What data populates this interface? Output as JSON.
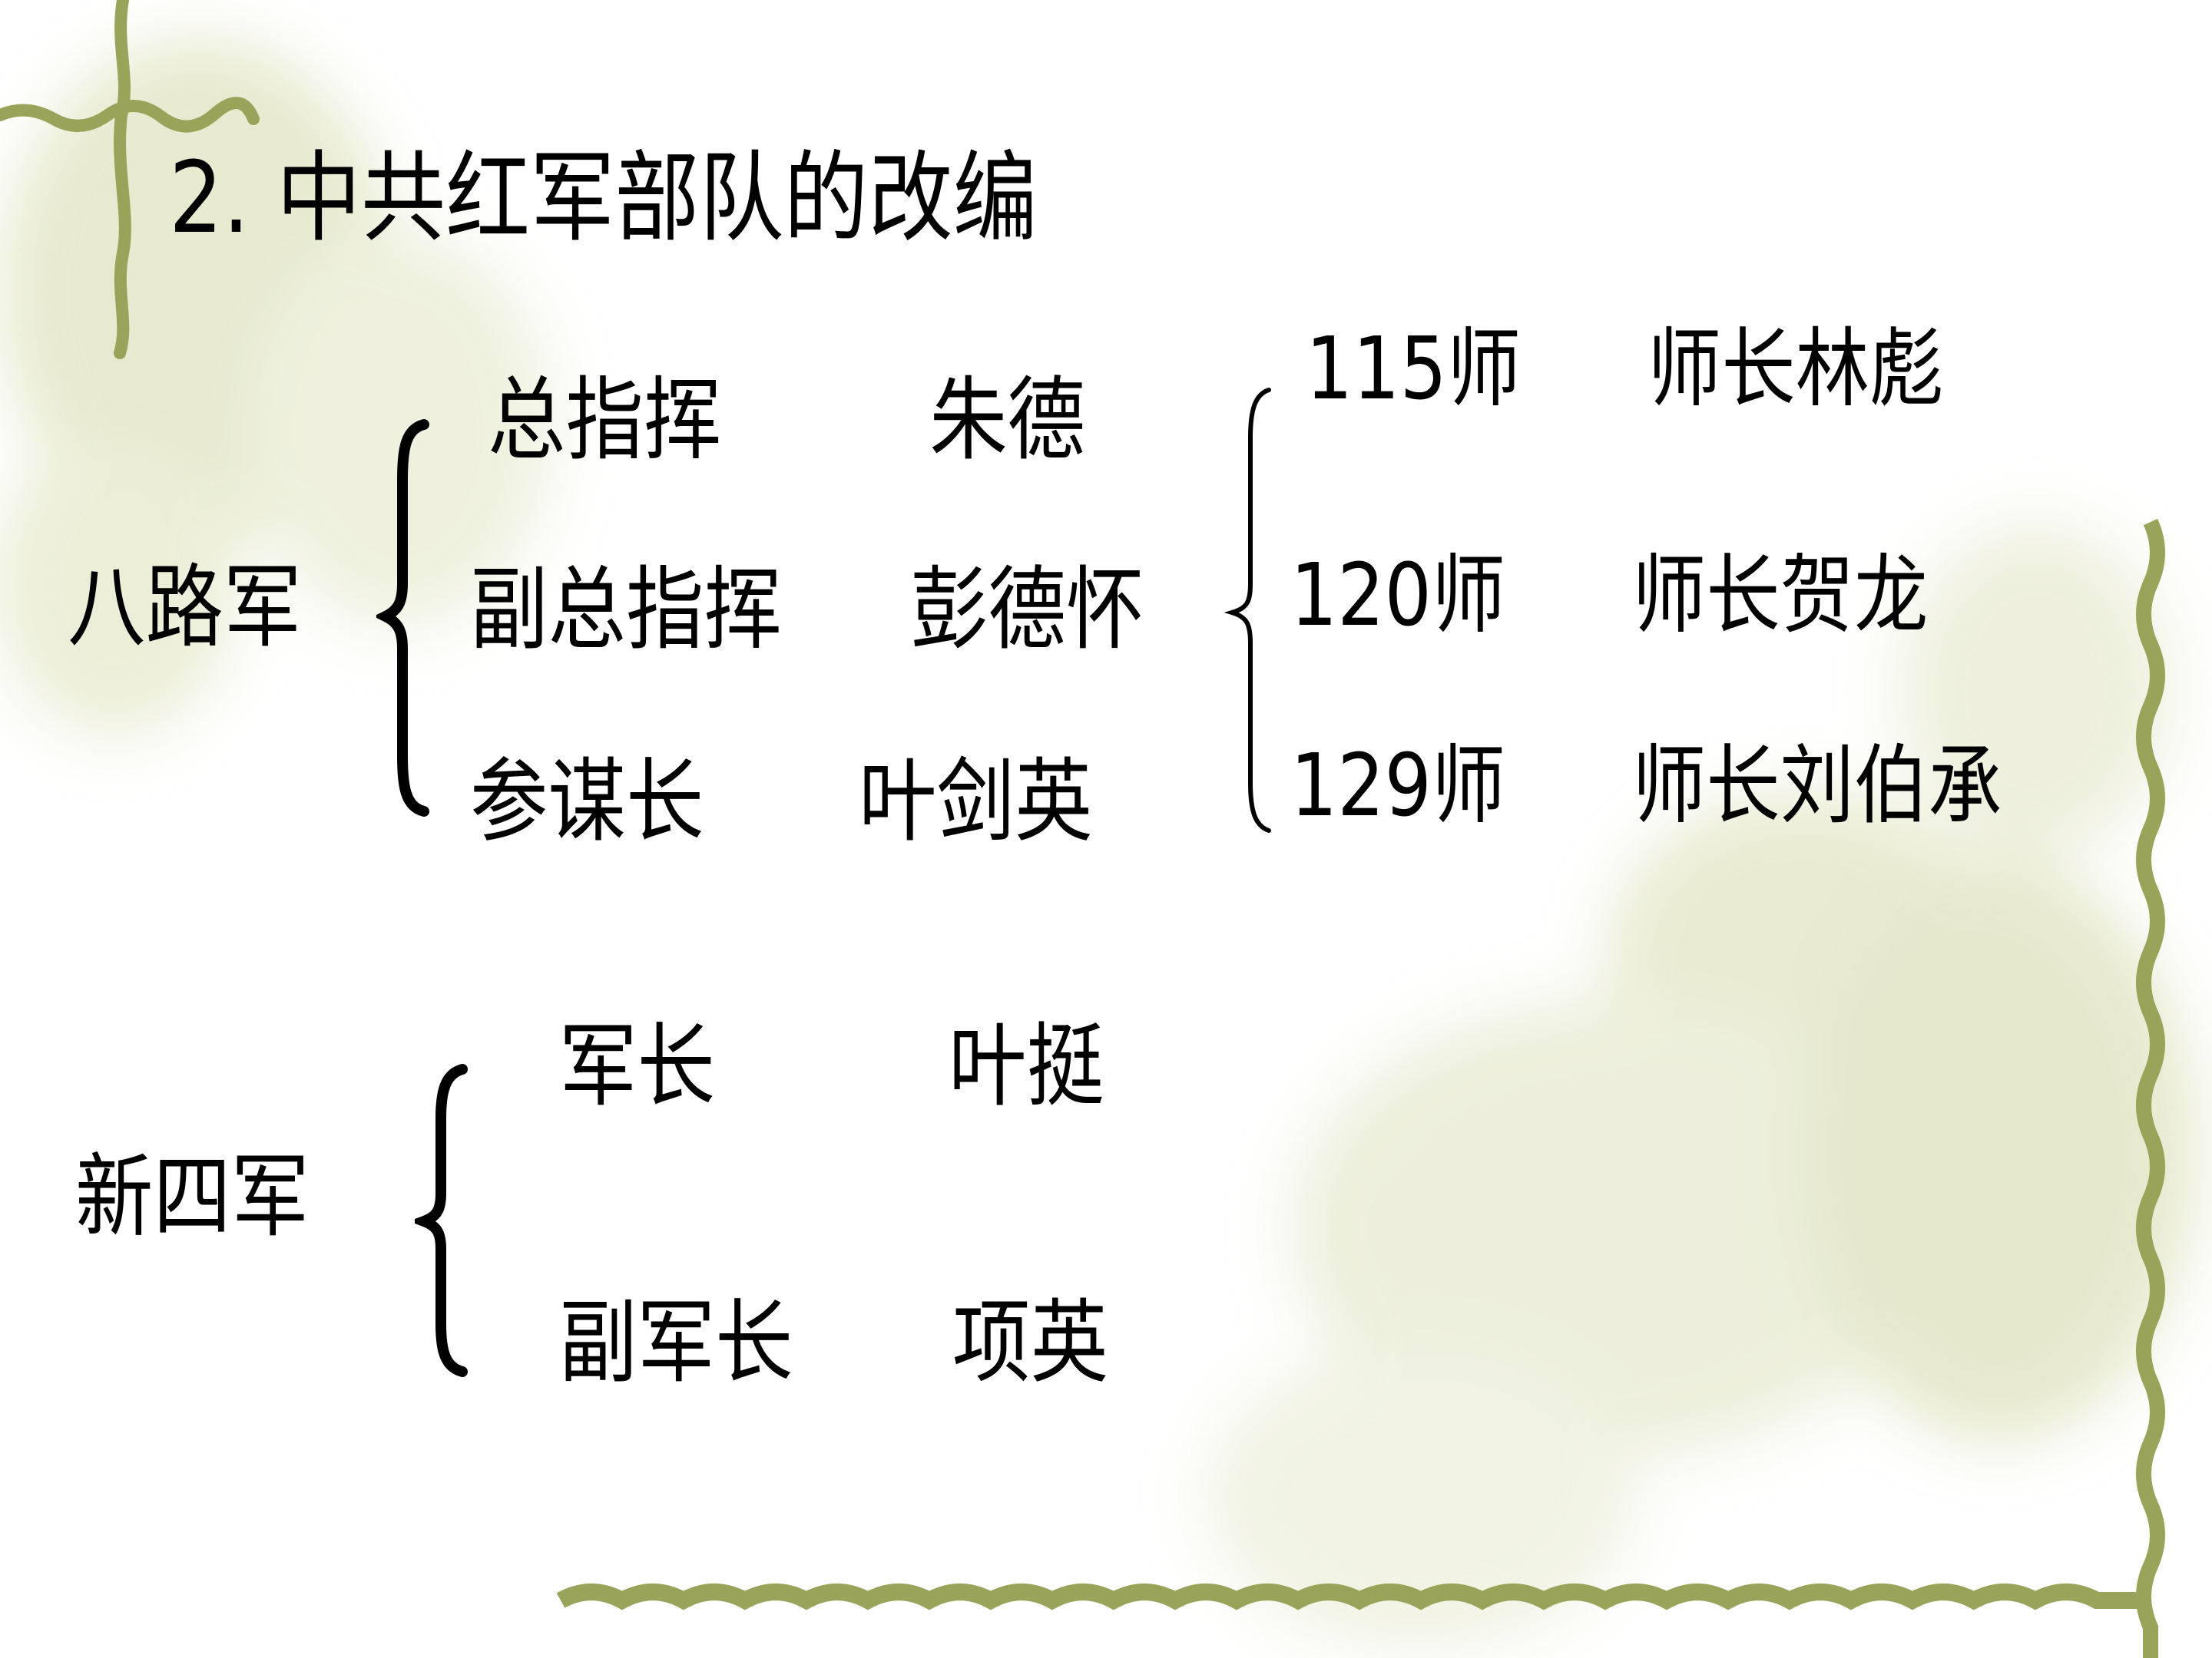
{
  "slide": {
    "title": "2. 中共红军部队的改编",
    "colors": {
      "vine": "#9aa35a",
      "wash": "#dfe3c0",
      "text": "#000000",
      "background": "#ffffff"
    }
  },
  "eighth_route_army": {
    "name": "八路军",
    "leaders": [
      {
        "role": "总指挥",
        "person": "朱德"
      },
      {
        "role": "副总指挥",
        "person": "彭德怀"
      },
      {
        "role": "参谋长",
        "person": "叶剑英"
      }
    ],
    "divisions": [
      {
        "division": "115师",
        "commander": "师长林彪"
      },
      {
        "division": "120师",
        "commander": "师长贺龙"
      },
      {
        "division": "129师",
        "commander": "师长刘伯承"
      }
    ]
  },
  "new_fourth_army": {
    "name": "新四军",
    "leaders": [
      {
        "role": "军长",
        "person": "叶挺"
      },
      {
        "role": "副军长",
        "person": "项英"
      }
    ]
  }
}
